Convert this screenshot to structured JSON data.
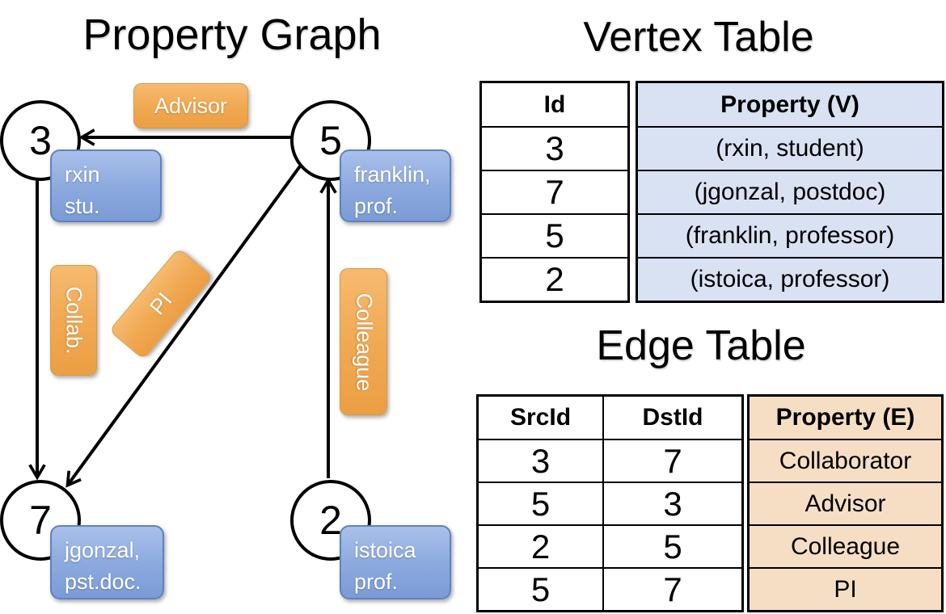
{
  "graph": {
    "title": "Property Graph",
    "nodes": [
      {
        "id": "3",
        "label_lines": [
          "rxin",
          "stu."
        ]
      },
      {
        "id": "5",
        "label_lines": [
          "franklin,",
          "prof."
        ]
      },
      {
        "id": "7",
        "label_lines": [
          "jgonzal,",
          "pst.doc."
        ]
      },
      {
        "id": "2",
        "label_lines": [
          "istoica",
          "prof."
        ]
      }
    ],
    "edges": [
      {
        "label": "Advisor"
      },
      {
        "label": "Collab."
      },
      {
        "label": "PI"
      },
      {
        "label": "Colleague"
      }
    ]
  },
  "vertex_table": {
    "title": "Vertex Table",
    "headers": {
      "id": "Id",
      "property": "Property (V)"
    },
    "rows": [
      {
        "id": "3",
        "property": "(rxin, student)"
      },
      {
        "id": "7",
        "property": "(jgonzal, postdoc)"
      },
      {
        "id": "5",
        "property": "(franklin, professor)"
      },
      {
        "id": "2",
        "property": "(istoica, professor)"
      }
    ]
  },
  "edge_table": {
    "title": "Edge Table",
    "headers": {
      "src": "SrcId",
      "dst": "DstId",
      "property": "Property (E)"
    },
    "rows": [
      {
        "src": "3",
        "dst": "7",
        "property": "Collaborator"
      },
      {
        "src": "5",
        "dst": "3",
        "property": "Advisor"
      },
      {
        "src": "2",
        "dst": "5",
        "property": "Colleague"
      },
      {
        "src": "5",
        "dst": "7",
        "property": "PI"
      }
    ]
  },
  "colors": {
    "edge_label_orange": "#F0A851",
    "node_property_blue": "#8BA9DE",
    "vertex_property_fill": "#D9E2F3",
    "edge_property_fill": "#F6DEC4",
    "line_black": "#000000"
  }
}
